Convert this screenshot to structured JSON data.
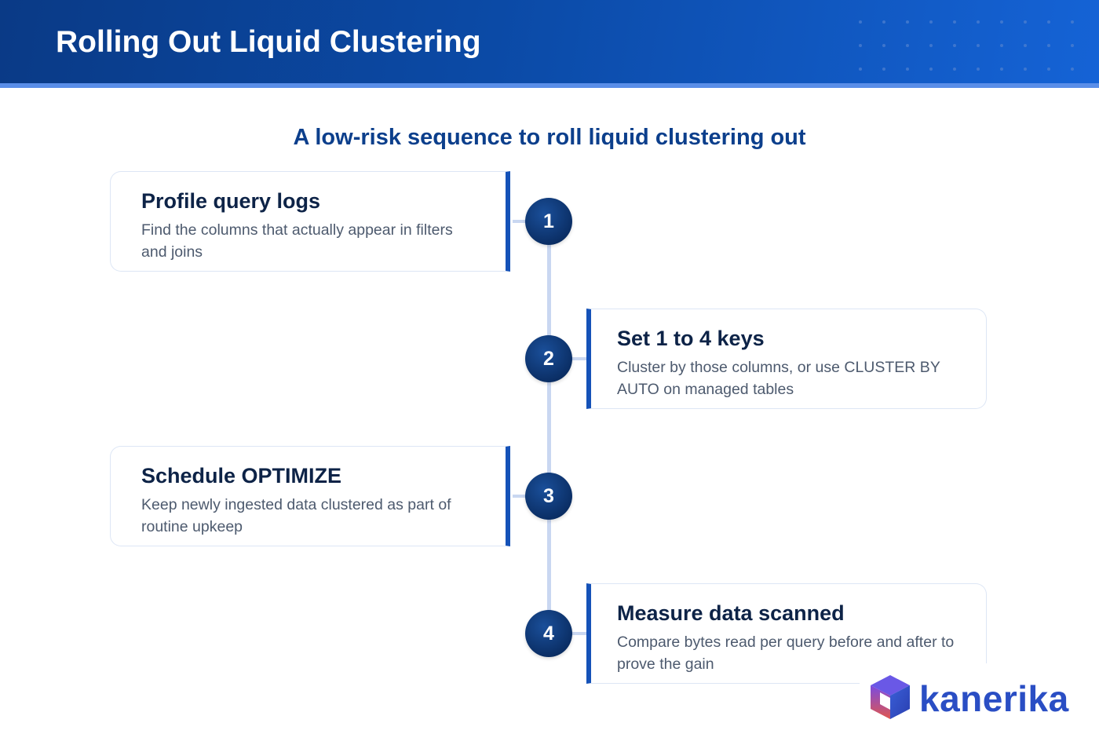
{
  "header": {
    "title": "Rolling Out Liquid Clustering"
  },
  "subtitle": "A low-risk sequence to roll liquid clustering out",
  "steps": [
    {
      "number": "1",
      "title": "Profile query logs",
      "description": "Find the columns that actually appear in filters and joins"
    },
    {
      "number": "2",
      "title": "Set 1 to 4 keys",
      "description": "Cluster by those columns, or use CLUSTER BY AUTO on managed tables"
    },
    {
      "number": "3",
      "title": "Schedule OPTIMIZE",
      "description": "Keep newly ingested data clustered as part of routine upkeep"
    },
    {
      "number": "4",
      "title": "Measure data scanned",
      "description": "Compare bytes read per query before and after to prove the gain"
    }
  ],
  "logo": {
    "text": "kanerika",
    "icon": "cube-logo-icon"
  },
  "colors": {
    "header_dark": "#0a3a86",
    "header_light": "#1563d6",
    "accent": "#1552b8",
    "badge": "#0b2f66",
    "subtitle": "#0c3f8c",
    "logo_text": "#2a4ec4"
  }
}
